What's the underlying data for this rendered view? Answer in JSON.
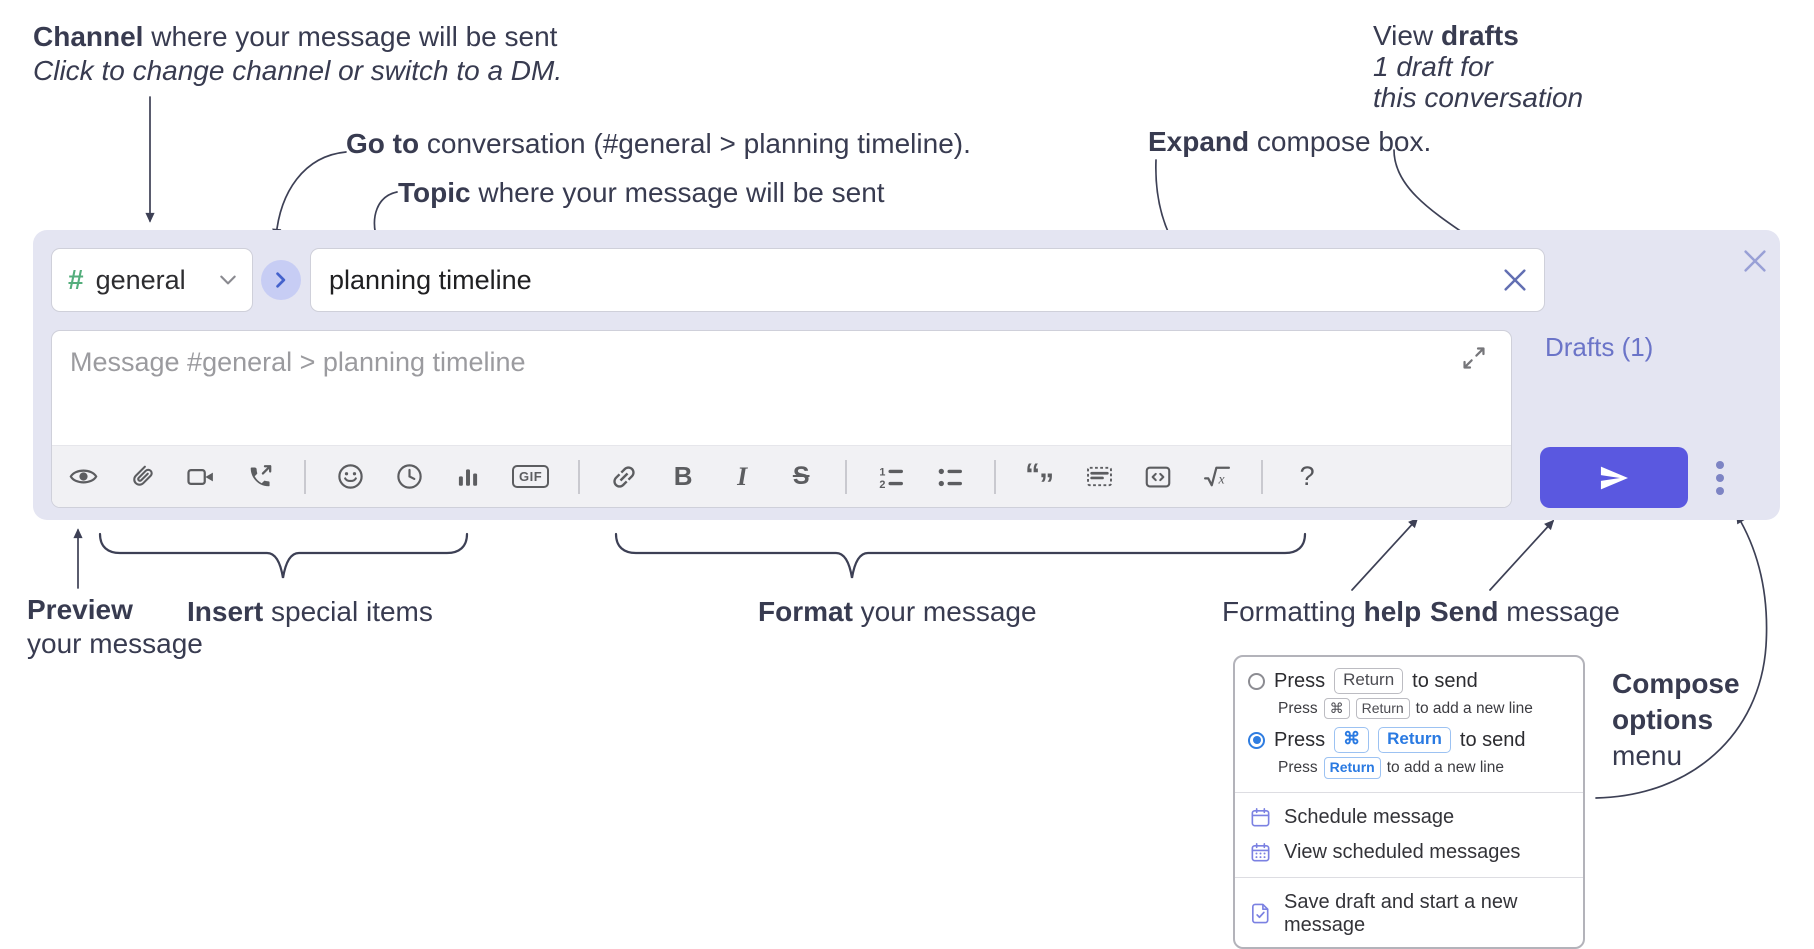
{
  "colors": {
    "panel_bg": "#e4e5f2",
    "send_button": "#5a58e0",
    "drafts_link": "#6b74c8",
    "channel_hash_green": "#54ae7c",
    "goto_circle_bg": "#c7cdf4",
    "radio_selected_blue": "#2f7de1",
    "key_blue": "#2a7ae2",
    "annotation_text": "#383b50",
    "toolbar_icon_gray": "#5c5d60"
  },
  "annotations": {
    "channel": {
      "lead": "Channel",
      "rest": " where your message will be sent",
      "line2": "Click to change channel or switch to a DM."
    },
    "goto": {
      "lead": "Go to",
      "rest": " conversation (#general > planning timeline)."
    },
    "topic": {
      "lead": "Topic",
      "rest": " where your message will be sent"
    },
    "expand": {
      "lead": "Expand",
      "rest": " compose box."
    },
    "view_drafts": {
      "pre": "View ",
      "lead": "drafts",
      "line2": "1 draft for",
      "line3": "this conversation"
    },
    "preview": {
      "lead": "Preview",
      "line2": "your message"
    },
    "insert": {
      "lead": "Insert",
      "rest": " special items"
    },
    "format": {
      "lead": "Format",
      "rest": " your message"
    },
    "help": {
      "pre": "Formatting ",
      "lead": "help"
    },
    "send": {
      "lead": "Send",
      "rest": " message"
    },
    "compose_options": {
      "line1": "Compose",
      "line2": "options",
      "line3": "menu"
    }
  },
  "compose": {
    "channel": {
      "hash": "#",
      "name": "general"
    },
    "topic_value": "planning timeline",
    "message_placeholder": "Message #general > planning timeline",
    "drafts_label": "Drafts (1)",
    "toolbar_glyphs": {
      "gif": "GIF",
      "bold": "B",
      "italic": "I",
      "strike": "S",
      "quote_open": "“",
      "quote_close": "”",
      "math_x": "x",
      "help": "?"
    }
  },
  "options_menu": {
    "enter_sends": {
      "title_pre": "Press",
      "title_key": "Return",
      "title_post": "to send",
      "sub_pre": "Press",
      "sub_key1": "⌘",
      "sub_key2": "Return",
      "sub_post": "to add a new line"
    },
    "cmd_enter_sends": {
      "title_pre": "Press",
      "title_key1": "⌘",
      "title_key2": "Return",
      "title_post": "to send",
      "sub_pre": "Press",
      "sub_key": "Return",
      "sub_post": "to add a new line"
    },
    "items": [
      {
        "label": "Schedule message"
      },
      {
        "label": "View scheduled messages"
      },
      {
        "label": "Save draft and start a new message"
      }
    ]
  }
}
